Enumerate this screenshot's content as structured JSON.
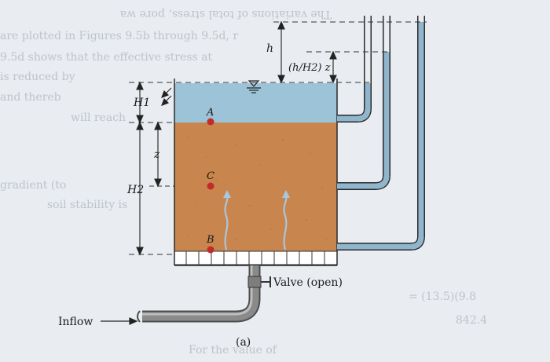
{
  "figure": {
    "caption": "(a)",
    "labels": {
      "h": "h",
      "h_over_H2": "(h/H2) z",
      "H1": "H1",
      "z": "z",
      "H2": "H2",
      "point_a": "A",
      "point_b": "B",
      "point_c": "C",
      "valve": "Valve (open)",
      "inflow": "Inflow"
    },
    "colors": {
      "water": "#9cc3d8",
      "soil": "#c8854e",
      "pipe_water": "#8fb6cc",
      "points": "#c42a2a",
      "background": "#e9ecf0"
    }
  },
  "background_text": {
    "line1": "The variations of total stress, pore wa",
    "line2": "are plotted in Figures 9.5b through 9.5d, r",
    "line3": "9.5d shows that the effective stress at",
    "line4": "is reduced by",
    "line5": "and thereb",
    "line6": "will reach",
    "line7": "gradient (to",
    "line8": "soil stability is",
    "line9": "= (13.5)(9.8",
    "line10": "For the value of",
    "line11": "842.4"
  }
}
